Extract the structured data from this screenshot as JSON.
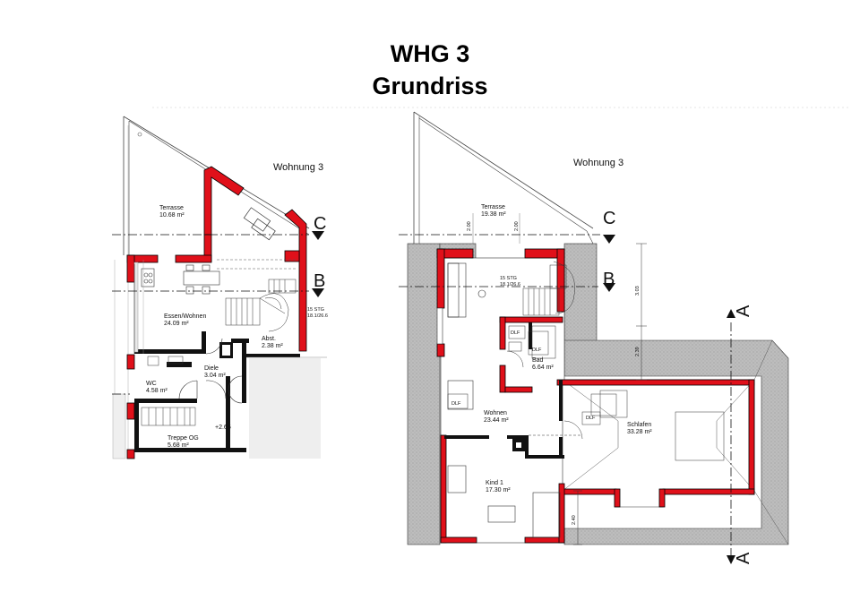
{
  "header": {
    "title": "WHG 3",
    "subtitle": "Grundriss"
  },
  "left_plan": {
    "unit_label": "Wohnung 3",
    "rooms": [
      {
        "name": "Terrasse",
        "area": "10.68 m²"
      },
      {
        "name": "Essen/Wohnen",
        "area": "24.09 m²"
      },
      {
        "name": "Abst.",
        "area": "2.38 m²"
      },
      {
        "name": "Diele",
        "area": "3.04 m²"
      },
      {
        "name": "WC",
        "area": "4.58 m²"
      },
      {
        "name": "Treppe OG",
        "area": "5.68 m²"
      }
    ],
    "stair": {
      "steps": "15 STG",
      "ratio": "18.1/26.6"
    },
    "level": "+2.65",
    "section_marks": [
      "C",
      "B"
    ]
  },
  "right_plan": {
    "unit_label": "Wohnung 3",
    "rooms": [
      {
        "name": "Terrasse",
        "area": "19.38 m²"
      },
      {
        "name": "Bad",
        "area": "6.64 m²"
      },
      {
        "name": "Wohnen",
        "area": "23.44 m²"
      },
      {
        "name": "Schlafen",
        "area": "33.28 m²"
      },
      {
        "name": "Kind 1",
        "area": "17.30 m²"
      }
    ],
    "stair": {
      "steps": "15 STG",
      "ratio": "18.1/26.6"
    },
    "window_tags": [
      "DLF",
      "DLF",
      "DLF",
      "DLF"
    ],
    "dimensions": [
      "2.00",
      "2.00",
      "3.03",
      "2.39",
      "2.40"
    ],
    "section_marks": [
      "C",
      "B",
      "A",
      "A"
    ]
  }
}
